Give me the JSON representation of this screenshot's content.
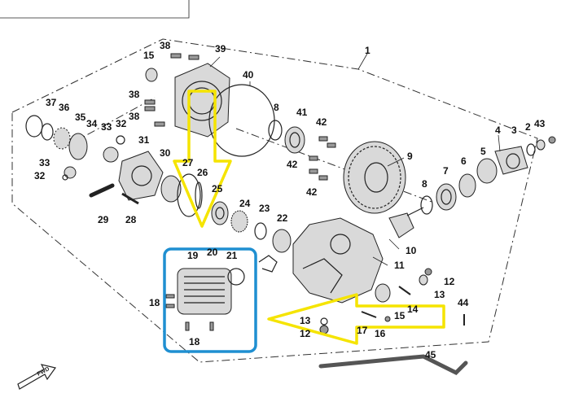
{
  "highlight_colors": {
    "arrow": "#f5e400",
    "box": "#1f8fd1"
  },
  "icons": [
    "fwd-arrow-icon"
  ],
  "fwd_label": "FWD",
  "part_numbers": {
    "p1": "1",
    "p2": "2",
    "p3": "3",
    "p4": "4",
    "p5": "5",
    "p6": "6",
    "p7": "7",
    "p8a": "8",
    "p8b": "8",
    "p9": "9",
    "p10": "10",
    "p11": "11",
    "p12": "12",
    "p12b": "12",
    "p13a": "13",
    "p13b": "13",
    "p14": "14",
    "p15a": "15",
    "p15b": "15",
    "p16": "16",
    "p17": "17",
    "p18a": "18",
    "p18b": "18",
    "p19": "19",
    "p20": "20",
    "p21": "21",
    "p22": "22",
    "p23": "23",
    "p24": "24",
    "p25": "25",
    "p26": "26",
    "p27": "27",
    "p28": "28",
    "p29": "29",
    "p30": "30",
    "p31": "31",
    "p32a": "32",
    "p32b": "32",
    "p33a": "33",
    "p33b": "33",
    "p34": "34",
    "p35": "35",
    "p36": "36",
    "p37": "37",
    "p38a": "38",
    "p38b": "38",
    "p38c": "38",
    "p39": "39",
    "p40": "40",
    "p41": "41",
    "p42a": "42",
    "p42b": "42",
    "p42c": "42",
    "p43": "43",
    "p44": "44",
    "p45": "45"
  }
}
